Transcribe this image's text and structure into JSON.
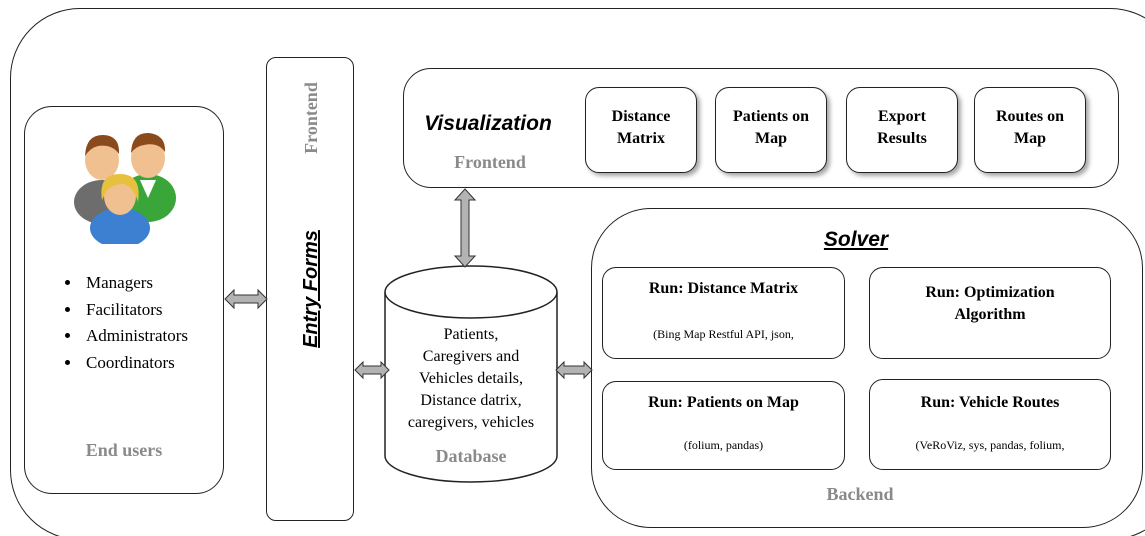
{
  "end_users": {
    "roles": [
      "Managers",
      "Facilitators",
      "Administrators",
      "Coordinators"
    ],
    "label": "End users",
    "icon": "users-group-icon"
  },
  "entry_forms": {
    "label": "Entry Forms",
    "frontend_label": "Frontend"
  },
  "visualization": {
    "title": "Visualization",
    "frontend_label": "Frontend",
    "items": [
      [
        "Distance",
        "Matrix"
      ],
      [
        "Patients on",
        "Map"
      ],
      [
        "Export",
        "Results"
      ],
      [
        "Routes on",
        "Map"
      ]
    ]
  },
  "database": {
    "lines": [
      "Patients,",
      "Caregivers and",
      "Vehicles details,",
      "Distance datrix,",
      "caregivers, vehicles"
    ],
    "label": "Database"
  },
  "solver": {
    "title": "Solver",
    "backend_label": "Backend",
    "runs": {
      "distance_matrix": {
        "title": "Run: Distance Matrix",
        "detail": "(Bing Map Restful API, json,"
      },
      "optimization": {
        "title_line1": "Run: Optimization",
        "title_line2": "Algorithm"
      },
      "patients_map": {
        "title": "Run: Patients on Map",
        "detail": "(folium, pandas)"
      },
      "vehicle_routes": {
        "title": "Run: Vehicle Routes",
        "detail": "(VeRoViz, sys, pandas, folium,"
      }
    }
  },
  "colors": {
    "arrow_fill": "#b3b3b3",
    "grey_label": "#8a8a8a",
    "border": "#222222"
  }
}
